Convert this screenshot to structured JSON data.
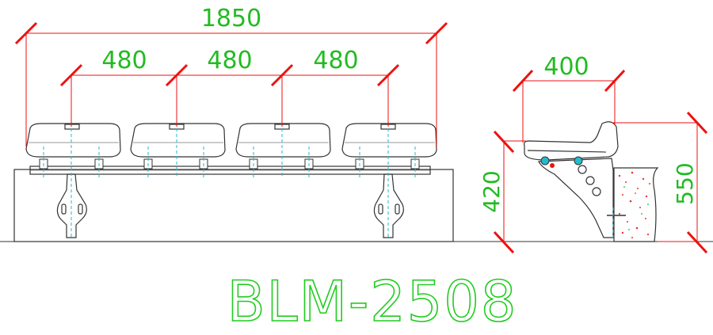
{
  "dimensions": {
    "overall_width": "1850",
    "seat_pitch_1": "480",
    "seat_pitch_2": "480",
    "seat_pitch_3": "480",
    "seat_depth": "400",
    "seat_height": "420",
    "total_height": "550"
  },
  "model": "BLM-2508",
  "colors": {
    "dimension_text": "#22bb22",
    "dimension_lines": "#ee1111",
    "outline": "#333333",
    "center_lines": "#22bbcc"
  }
}
